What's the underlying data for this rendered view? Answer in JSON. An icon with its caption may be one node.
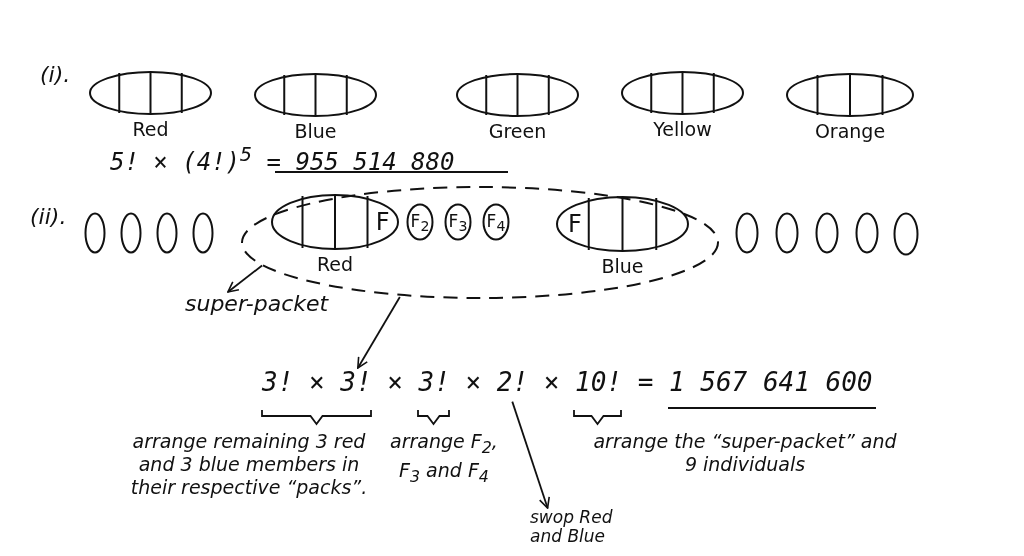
{
  "diagram": {
    "nodes": [
      {
        "text": [
          "Red"
        ]
      },
      {
        "text": [
          "Blue"
        ]
      },
      {
        "text": [
          "Green"
        ]
      },
      {
        "text": [
          "Yellow"
        ]
      },
      {
        "text": [
          "Orange"
        ]
      },
      {
        "text": [],
        "shape": "ellipse"
      },
      {
        "text": [],
        "shape": "ellipse"
      },
      {
        "text": [],
        "shape": "ellipse"
      },
      {
        "text": [],
        "shape": "ellipse"
      },
      {
        "text": [],
        "shape": "ellipse"
      },
      {
        "text": [
          "F",
          "Red"
        ],
        "in": 9
      },
      {
        "text": [
          "F$_{2}$"
        ],
        "in": 9
      },
      {
        "text": [
          "F$_{3}$"
        ],
        "in": 9
      },
      {
        "text": [
          "F$_{4}$"
        ],
        "in": 9
      },
      {
        "text": [
          "F",
          "Blue"
        ],
        "in": 9
      },
      {
        "text": [],
        "shape": "ellipse"
      },
      {
        "text": [],
        "shape": "ellipse"
      },
      {
        "text": [],
        "shape": "ellipse"
      },
      {
        "text": [],
        "shape": "ellipse"
      },
      {
        "text": [],
        "shape": "ellipse"
      },
      {
        "text": [
          "super-packet"
        ]
      },
      {
        "text": [
          "3! × 3! × 3! × 2! × 10! = 1 567 641 600"
        ]
      },
      {
        "text": [
          "swop Red and Blue"
        ]
      }
    ],
    "edges": [
      {
        "from": 9,
        "to": 20,
        "arrow": "to"
      },
      {
        "from": 9,
        "to": 21,
        "arrow": "to"
      },
      {
        "from": 21,
        "to": 22,
        "arrow": "to"
      }
    ],
    "labels": [
      "(i).",
      "5! × (4!)$^{5}$ = 955 514 880",
      "(ii).",
      "arrange remaining 3 red and 3 blue members in their respective “packs”.",
      "arrange F$_{2}$, F$_{3}$ and F$_{4}$",
      "arrange the “super-packet” and 9 individuals"
    ]
  }
}
